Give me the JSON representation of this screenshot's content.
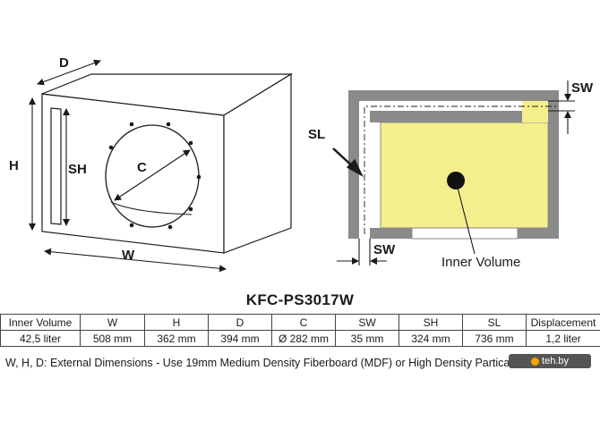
{
  "diagram": {
    "labels": {
      "d": "D",
      "h": "H",
      "sh": "SH",
      "c": "C",
      "w": "W",
      "sl": "SL",
      "sw_top": "SW",
      "sw_bottom": "SW",
      "inner_volume": "Inner Volume"
    },
    "colors": {
      "wall": "#8a8a8a",
      "inner_fill": "#f4ef8c",
      "line": "#1a1a1a"
    }
  },
  "model": "KFC-PS3017W",
  "table": {
    "headers": [
      "Inner Volume",
      "W",
      "H",
      "D",
      "C",
      "SW",
      "SH",
      "SL",
      "Displacement"
    ],
    "values": [
      "42,5 liter",
      "508 mm",
      "362 mm",
      "394 mm",
      "Ø 282 mm",
      "35 mm",
      "324 mm",
      "736 mm",
      "1,2 liter"
    ]
  },
  "footnote": "W, H, D: External Dimensions - Use 19mm Medium Density Fiberboard (MDF) or High Density Particalboard",
  "watermark": "teh.by"
}
